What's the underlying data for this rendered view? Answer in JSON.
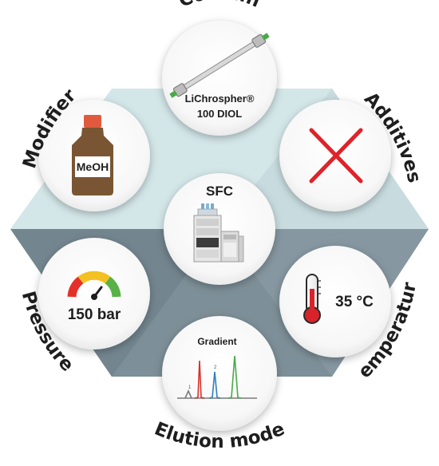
{
  "center": {
    "label": "SFC"
  },
  "column": {
    "title": "Column",
    "line1": "LiChrospher®",
    "line2": "100 DIOL"
  },
  "additives": {
    "title": "Additives"
  },
  "temperature": {
    "title": "Temperature",
    "value": "35 °C"
  },
  "elution": {
    "title": "Elution mode",
    "value": "Gradient"
  },
  "pressure": {
    "title": "Pressure",
    "value": "150 bar"
  },
  "modifier": {
    "title": "Modifier",
    "value": "MeOH"
  },
  "colors": {
    "hex_light": "#d3e6e8",
    "hex_dark": "#7d8f98",
    "cross": "#e02229",
    "bottle": "#7a5533",
    "cap": "#e25a3d",
    "gauge_red": "#e5302a",
    "gauge_yellow": "#f3c121",
    "gauge_green": "#58b247",
    "thermo_red": "#d9232b",
    "peak_red": "#d9302a",
    "peak_blue": "#2f7fc0",
    "peak_green": "#4aa84a"
  }
}
